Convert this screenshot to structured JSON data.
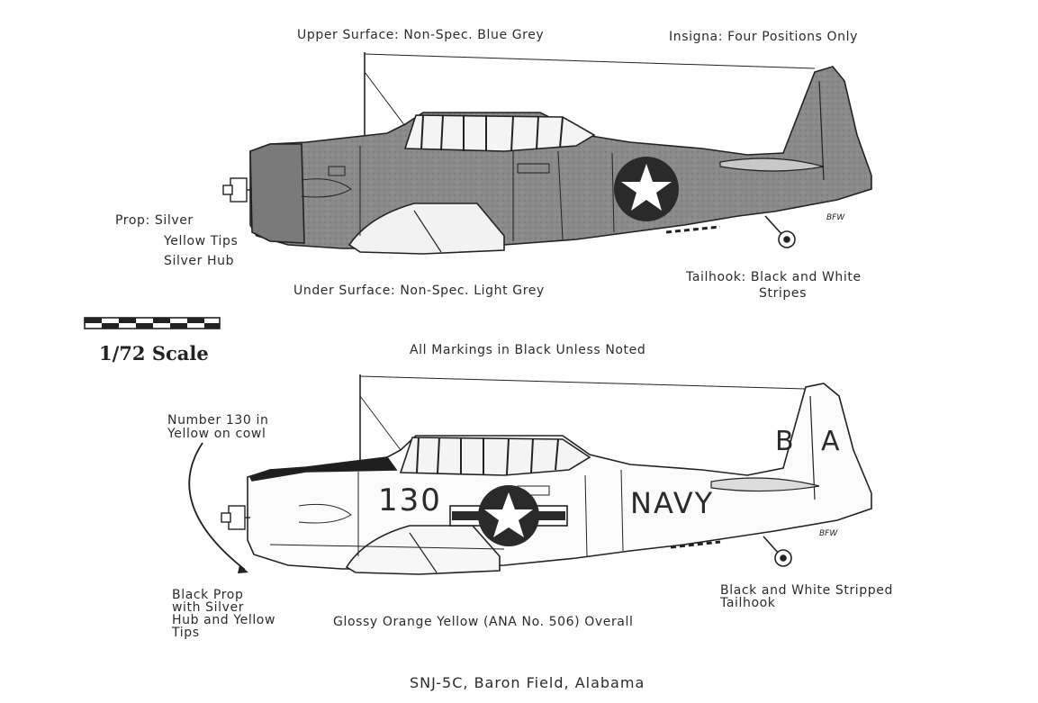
{
  "top_aircraft": {
    "upper_surface": "Upper Surface: Non-Spec. Blue Grey",
    "insignia": "Insigna: Four Positions Only",
    "prop_label": "Prop: Silver",
    "prop_tips": "Yellow Tips",
    "prop_hub": "Silver Hub",
    "under_surface": "Under Surface: Non-Spec. Light Grey",
    "tailhook_line1": "Tailhook: Black and White",
    "tailhook_line2": "Stripes",
    "signature": "BFW"
  },
  "scale": {
    "label": "1/72 Scale"
  },
  "markings_note": "All Markings in Black Unless Noted",
  "bottom_aircraft": {
    "number_note_line1": "Number 130 in",
    "number_note_line2": "Yellow on cowl",
    "tail_code_left": "B",
    "tail_code_right": "A",
    "fuselage_number": "130",
    "fuselage_text": "NAVY",
    "prop_note_line1": "Black Prop",
    "prop_note_line2": "with Silver",
    "prop_note_line3": "Hub and Yellow",
    "prop_note_line4": "Tips",
    "color_note": "Glossy Orange Yellow (ANA No. 506) Overall",
    "tailhook_line1": "Black and White Stripped",
    "tailhook_line2": "Tailhook",
    "signature": "BFW"
  },
  "caption": "SNJ-5C, Baron Field, Alabama",
  "colors": {
    "ink": "#222222",
    "blue_grey_tone": "#8c8c8c",
    "light_grey_tone": "#ececec",
    "paper": "#ffffff"
  }
}
